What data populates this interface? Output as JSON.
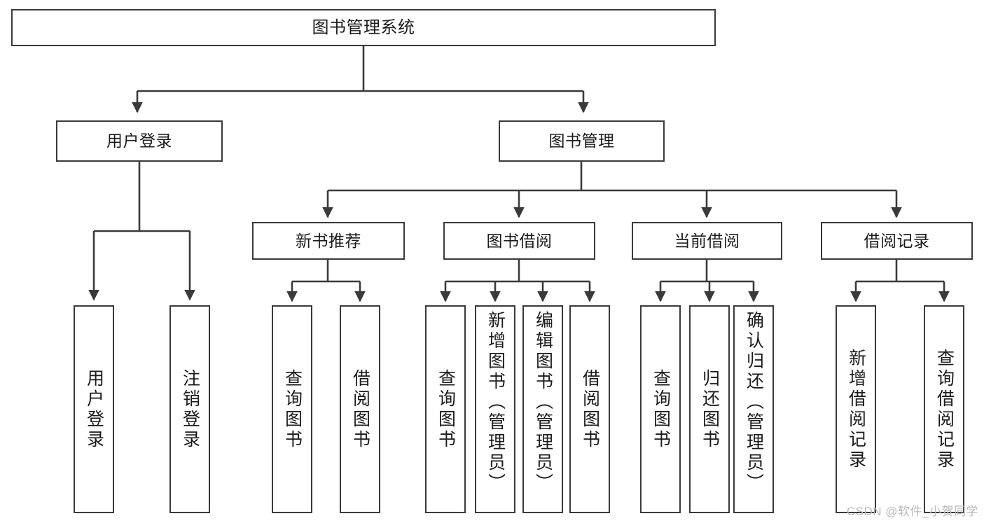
{
  "diagram": {
    "title": "图书管理系统",
    "type": "hierarchy-tree",
    "levels": 4,
    "nodes": {
      "root": {
        "label": "图书管理系统"
      },
      "l1": [
        {
          "label": "用户登录"
        },
        {
          "label": "图书管理"
        }
      ],
      "l2": [
        {
          "label": "新书推荐"
        },
        {
          "label": "图书借阅"
        },
        {
          "label": "当前借阅"
        },
        {
          "label": "借阅记录"
        }
      ],
      "leaves": {
        "user_login": [
          {
            "label": "用户登录"
          },
          {
            "label": "注销登录"
          }
        ],
        "new_book": [
          {
            "label": "查询图书"
          },
          {
            "label": "借阅图书"
          }
        ],
        "book_borrow": [
          {
            "label": "查询图书"
          },
          {
            "label": "新增图书（管理员）"
          },
          {
            "label": "编辑图书（管理员）"
          },
          {
            "label": "借阅图书"
          }
        ],
        "current_borrow": [
          {
            "label": "查询图书"
          },
          {
            "label": "归还图书"
          },
          {
            "label": "确认归还（管理员）"
          }
        ],
        "borrow_record": [
          {
            "label": "新增借阅记录"
          },
          {
            "label": "查询借阅记录"
          }
        ]
      }
    },
    "colors": {
      "box_border": "#3a3a3a",
      "box_fill": "#ffffff",
      "edge": "#3a3a3a",
      "text": "#1b1b1b",
      "watermark": "#b9b9b9"
    }
  },
  "watermark": {
    "text": "CSDN @软件_小贺同学"
  }
}
